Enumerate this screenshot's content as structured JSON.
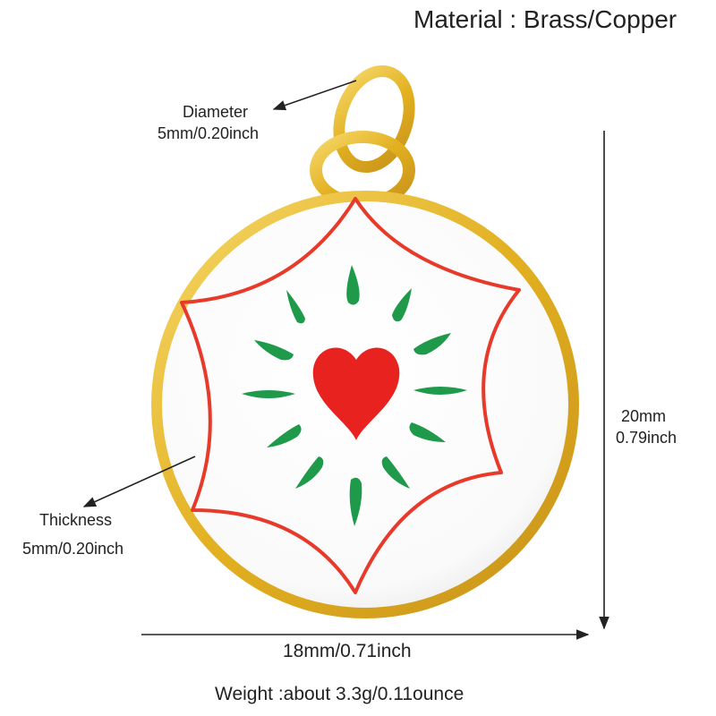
{
  "material": "Material : Brass/Copper",
  "diameter": {
    "title": "Diameter",
    "value": "5mm/0.20inch"
  },
  "thickness": {
    "title": "Thickness",
    "value": "5mm/0.20inch"
  },
  "height": {
    "mm": "20mm",
    "inch": "0.79inch"
  },
  "width": "18mm/0.71inch",
  "weight": "Weight :about 3.3g/0.11ounce",
  "colors": {
    "gold": "#E8B923",
    "enamel": "#FFFFFF",
    "star_outline": "#E83A2A",
    "heart": "#E8231F",
    "rays": "#1E9A4A",
    "arrows": "#222222"
  },
  "icons": [
    "heart-icon",
    "star-outline",
    "jump-ring"
  ]
}
